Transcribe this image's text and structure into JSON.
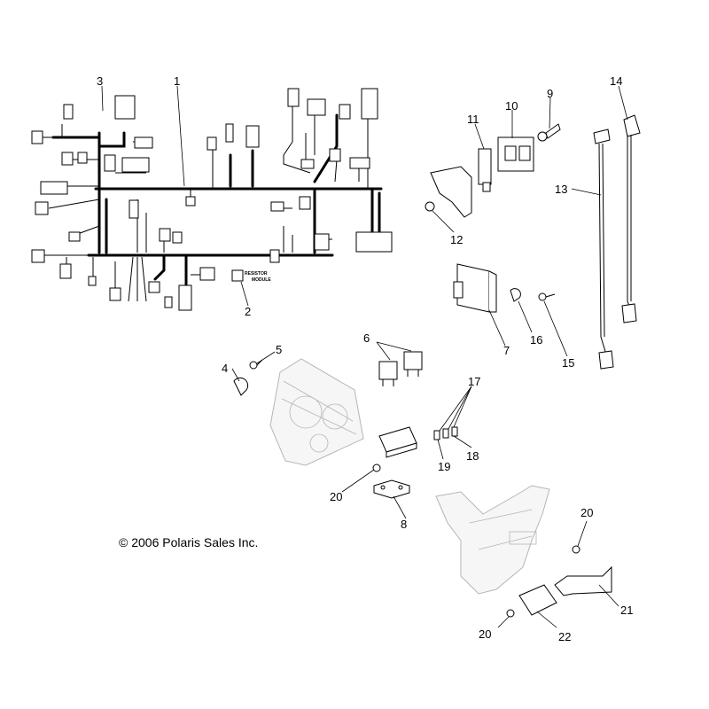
{
  "callouts": {
    "c1": "1",
    "c2": "2",
    "c3": "3",
    "c4": "4",
    "c5": "5",
    "c6": "6",
    "c7": "7",
    "c8": "8",
    "c9": "9",
    "c10": "10",
    "c11": "11",
    "c12": "12",
    "c13": "13",
    "c14": "14",
    "c15": "15",
    "c16": "16",
    "c17": "17",
    "c18": "18",
    "c19": "19",
    "c20a": "20",
    "c20b": "20",
    "c20c": "20",
    "c21": "21",
    "c22": "22"
  },
  "resistor_module_label_line1": "RESISTOR",
  "resistor_module_label_line2": "MODULE",
  "copyright": "© 2006 Polaris Sales Inc."
}
